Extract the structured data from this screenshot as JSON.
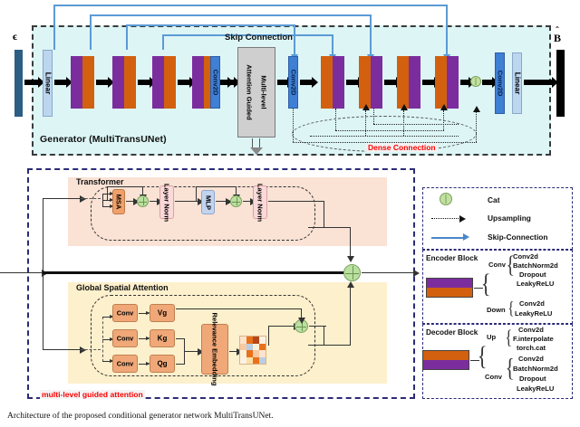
{
  "figure": {
    "caption": "Architecture of the proposed conditional generator network MultiTransUNet."
  },
  "generator": {
    "title": "Generator (MultiTransUNet)",
    "skip_title": "Skip Connection",
    "dense_title": "Dense Connection",
    "input_symbol": "ϵ",
    "output_symbol": "B",
    "output_hat": "ˆ",
    "linear_label": "Linear",
    "conv2d_label": "Conv2D",
    "attention_label_left": "Attention Guided",
    "attention_label_right": "Multi-level",
    "encoder_blocks": [
      "enc1",
      "enc2",
      "enc3",
      "enc4"
    ],
    "decoder_blocks": [
      "dec1",
      "dec2",
      "dec3",
      "dec4"
    ]
  },
  "detail": {
    "transformer": {
      "title": "Transformer",
      "nodes": [
        {
          "label": "MSA",
          "style": "msa"
        },
        {
          "label": "Layer Norm",
          "style": "ln"
        },
        {
          "label": "MLP",
          "style": "mlp"
        },
        {
          "label": "Layer Norm",
          "style": "ln"
        }
      ]
    },
    "gsa": {
      "title": "Global Spatial Attention",
      "conv_labels": [
        "Conv",
        "Conv",
        "Conv"
      ],
      "qkv_labels": [
        "Vg",
        "Kg",
        "Qg"
      ],
      "relevance_label": "Relevance Embedding"
    },
    "mlga_label": "multi-level guided attention"
  },
  "legend": {
    "items": [
      {
        "label": "Cat",
        "icon": "cat-circle-icon"
      },
      {
        "label": "Upsampling",
        "icon": "dotted-arrow-icon"
      },
      {
        "label": "Skip-Connection",
        "icon": "blue-arrow-icon"
      }
    ],
    "encoder": {
      "title": "Encoder Block",
      "groups": [
        {
          "name": "Conv",
          "ops": [
            "Conv2d",
            "BatchNorm2d",
            "Dropout",
            "LeakyReLU"
          ]
        },
        {
          "name": "Down",
          "ops": [
            "Conv2d",
            "LeakyReLU"
          ]
        }
      ]
    },
    "decoder": {
      "title": "Decoder Block",
      "groups": [
        {
          "name": "Up",
          "ops": [
            "Conv2d",
            "F.interpolate",
            "torch.cat"
          ]
        },
        {
          "name": "Conv",
          "ops": [
            "Conv2d",
            "BatchNorm2d",
            "Dropout",
            "LeakyReLU"
          ]
        }
      ]
    }
  },
  "colors": {
    "encoder_left": "#7b2d9e",
    "encoder_right": "#d2600f",
    "conv2d": "#3f7fd4",
    "linear": "#bcd6f0",
    "attention_box": "#cfcfcf",
    "panel_bg": "#ddf5f5",
    "skip_arrow": "#5b9bd5",
    "dense_text": "#ff0000",
    "cat_node": "#c2e0a0",
    "transformer_band": "#fae2d5",
    "gsa_band": "#fdf0cc"
  }
}
